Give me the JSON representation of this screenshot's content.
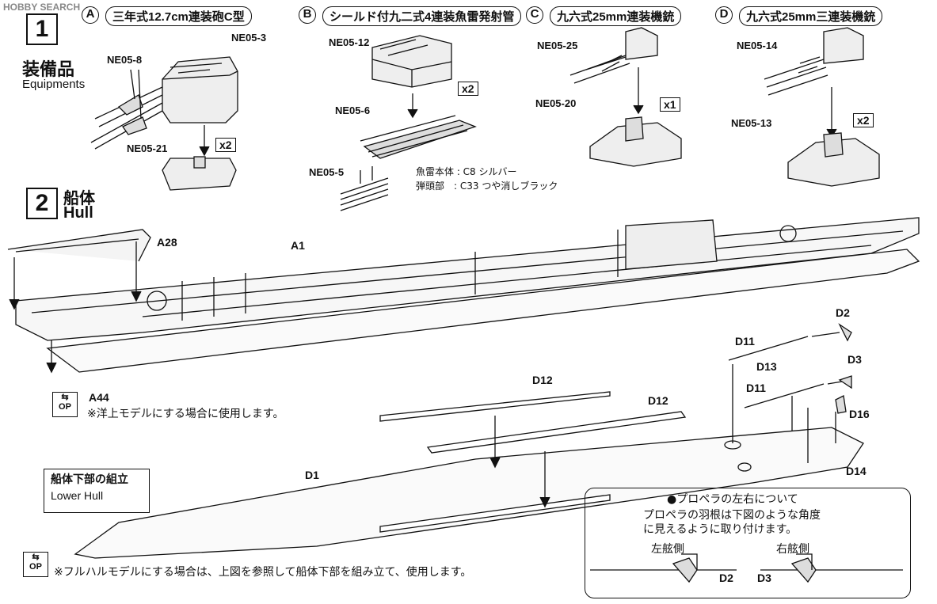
{
  "watermark": "HOBBY SEARCH",
  "step1": {
    "number": "1",
    "title_jp": "装備品",
    "title_en": "Equipments"
  },
  "step2": {
    "number": "2",
    "title_jp": "船体",
    "title_en": "Hull"
  },
  "groups": {
    "A": {
      "letter": "A",
      "title": "三年式12.7cm連装砲C型",
      "parts": [
        "NE05-3",
        "NE05-8",
        "NE05-21"
      ],
      "qty": "x2"
    },
    "B": {
      "letter": "B",
      "title": "シールド付九二式4連装魚雷発射管",
      "parts": [
        "NE05-12",
        "NE05-6",
        "NE05-5"
      ],
      "qty": "x2",
      "paint1": "魚雷本体 : C8 シルバー",
      "paint2": "弾頭部　: C33 つや消しブラック"
    },
    "C": {
      "letter": "C",
      "title": "九六式25mm連装機銃",
      "parts": [
        "NE05-25",
        "NE05-20"
      ],
      "qty": "x1"
    },
    "D": {
      "letter": "D",
      "title": "九六式25mm三連装機銃",
      "parts": [
        "NE05-14",
        "NE05-13"
      ],
      "qty": "x2"
    }
  },
  "hull": {
    "parts": {
      "a28": "A28",
      "a1": "A1",
      "a44": "A44",
      "d1": "D1",
      "d12a": "D12",
      "d12b": "D12",
      "d2": "D2",
      "d11a": "D11",
      "d13": "D13",
      "d3": "D3",
      "d11b": "D11",
      "d16": "D16",
      "d14": "D14"
    },
    "op_label": "OP",
    "note_waterline": "※洋上モデルにする場合に使用します。",
    "note_fullhull": "※フルハルモデルにする場合は、上図を参照して船体下部を組み立て、使用します。",
    "lower_hull_jp": "船体下部の組立",
    "lower_hull_en": "Lower Hull"
  },
  "propeller": {
    "title": "●プロペラの左右について",
    "line1": "プロペラの羽根は下図のような角度",
    "line2": "に見えるように取り付けます。",
    "port": "左舷側",
    "starboard": "右舷側",
    "port_part": "D2",
    "starboard_part": "D3"
  }
}
